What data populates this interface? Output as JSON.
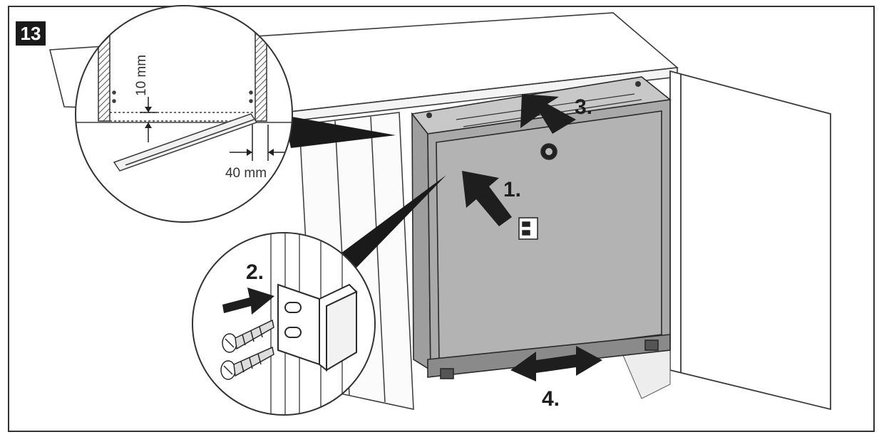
{
  "figure": {
    "step_number": "13",
    "steps": [
      "1.",
      "2.",
      "3.",
      "4."
    ],
    "dimensions": [
      "10 mm",
      "40 mm"
    ]
  },
  "colors": {
    "line": "#2a2a2a",
    "appliance_grey": "#a9a9a9",
    "appliance_dark": "#8e8e8e",
    "arrow": "#1e1e1e",
    "badge": "#1a1a1a"
  },
  "icons": {
    "arrows": "arrow-icon",
    "screws": "screw-icon",
    "bracket": "bracket-icon"
  }
}
